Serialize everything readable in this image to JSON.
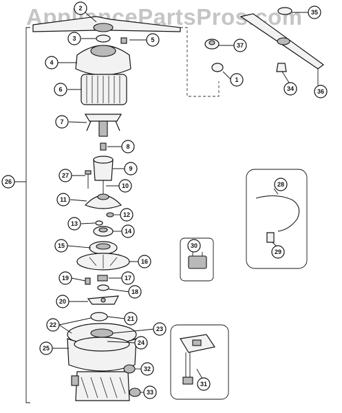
{
  "watermark": "AppliancePartsPros.com",
  "callouts": [
    "1",
    "2",
    "3",
    "4",
    "5",
    "6",
    "7",
    "8",
    "9",
    "10",
    "11",
    "12",
    "13",
    "14",
    "15",
    "16",
    "17",
    "18",
    "19",
    "20",
    "21",
    "22",
    "23",
    "24",
    "25",
    "26",
    "27",
    "28",
    "29",
    "30",
    "31",
    "32",
    "33",
    "34",
    "35",
    "36",
    "37"
  ],
  "colors": {
    "ink": "#111111",
    "watermark": "#969696",
    "fill": "#f2f2f2",
    "shade": "#b9b9b9"
  }
}
